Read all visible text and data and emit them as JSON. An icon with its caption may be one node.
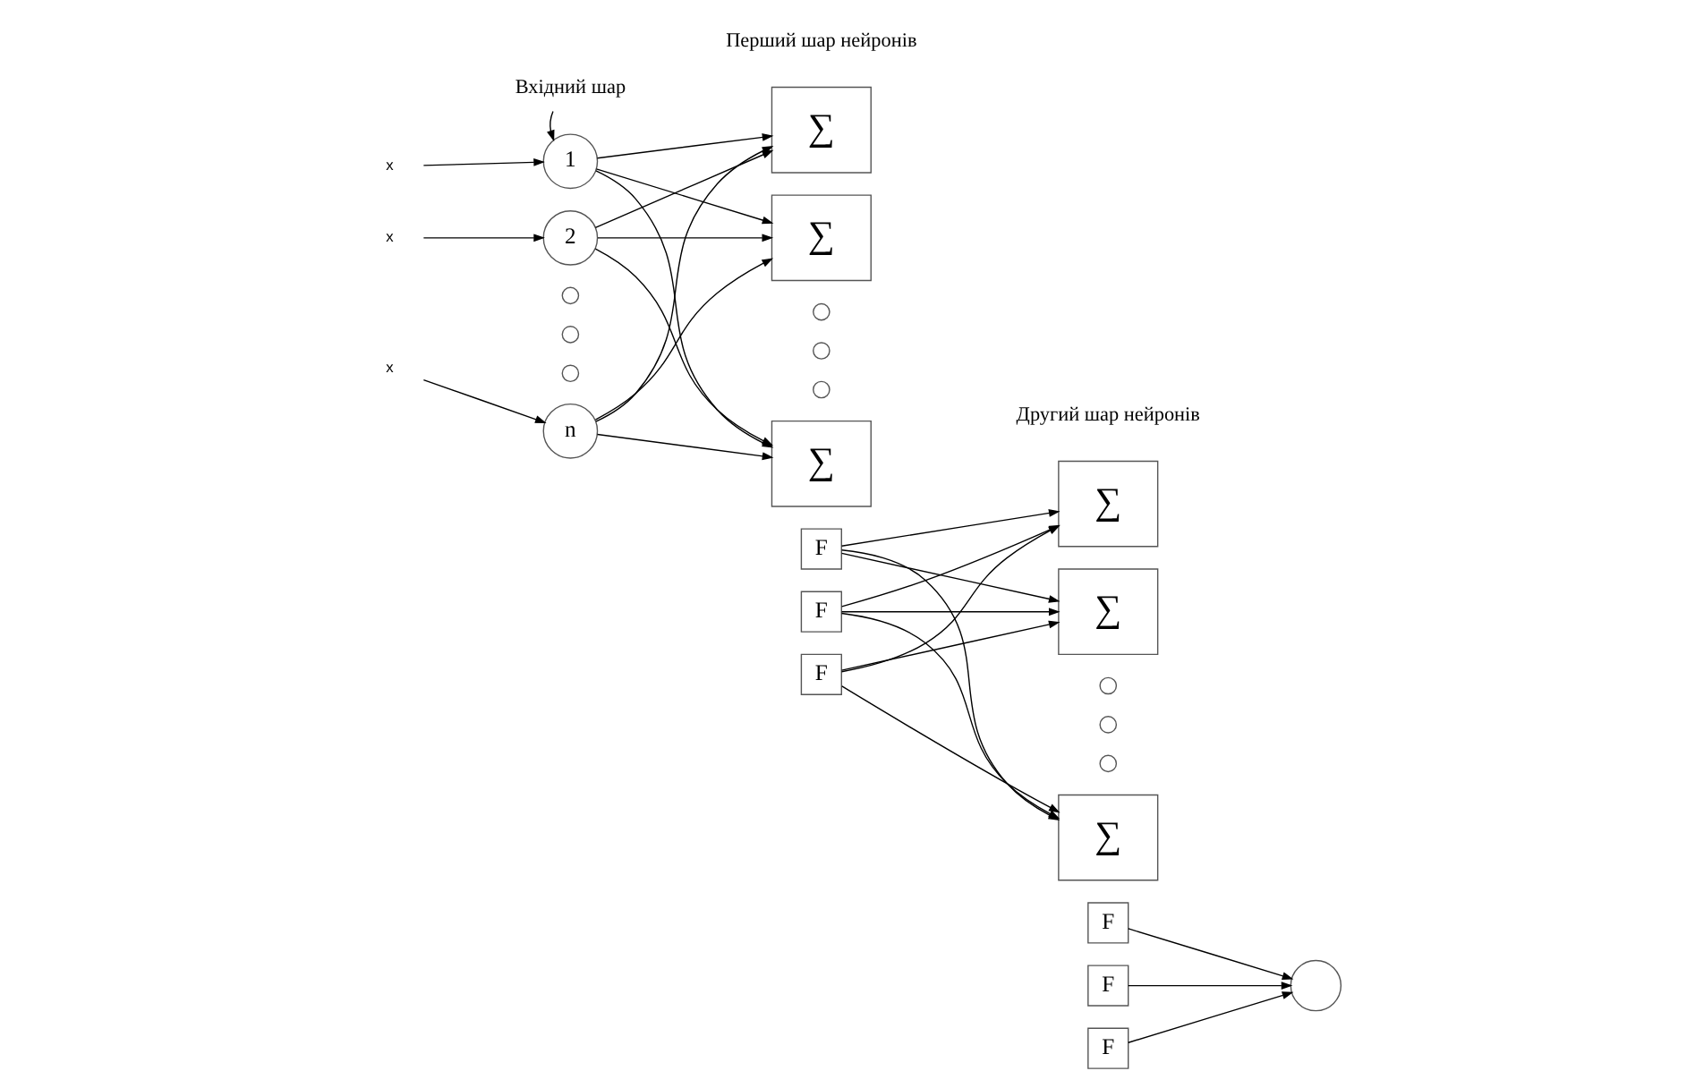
{
  "diagram": {
    "nodes": [
      {
        "text": [
          "Вхідний шар"
        ]
      },
      {
        "text": [
          "x"
        ]
      },
      {
        "text": [
          "x"
        ]
      },
      {
        "text": [
          "x"
        ]
      },
      {
        "text": [
          "1"
        ]
      },
      {
        "text": [
          "2"
        ]
      },
      {
        "text": [
          "n"
        ]
      },
      {
        "text": [],
        "shape": "circle"
      },
      {
        "text": [],
        "shape": "circle"
      },
      {
        "text": [],
        "shape": "circle"
      },
      {
        "text": [
          "∑"
        ]
      },
      {
        "text": [
          "F"
        ]
      },
      {
        "text": [
          "∑"
        ]
      },
      {
        "text": [
          "F"
        ]
      },
      {
        "text": [
          "∑"
        ]
      },
      {
        "text": [
          "F"
        ]
      },
      {
        "text": [],
        "shape": "circle"
      },
      {
        "text": [],
        "shape": "circle"
      },
      {
        "text": [],
        "shape": "circle"
      },
      {
        "text": [
          "∑"
        ]
      },
      {
        "text": [
          "F"
        ]
      },
      {
        "text": [
          "∑"
        ]
      },
      {
        "text": [
          "F"
        ]
      },
      {
        "text": [
          "∑"
        ]
      },
      {
        "text": [
          "F"
        ]
      },
      {
        "text": [],
        "shape": "circle"
      },
      {
        "text": [],
        "shape": "circle"
      },
      {
        "text": [],
        "shape": "circle"
      },
      {
        "text": [],
        "shape": "circle"
      }
    ],
    "edges": [
      {
        "from": 0,
        "to": 4,
        "arrow": "to"
      },
      {
        "from": 1,
        "to": 4,
        "arrow": "to"
      },
      {
        "from": 2,
        "to": 5,
        "arrow": "to"
      },
      {
        "from": 3,
        "to": 6,
        "arrow": "to"
      },
      {
        "from": 4,
        "to": 10,
        "arrow": "to"
      },
      {
        "from": 4,
        "to": 12,
        "arrow": "to"
      },
      {
        "from": 4,
        "to": 14,
        "arrow": "to"
      },
      {
        "from": 5,
        "to": 10,
        "arrow": "to"
      },
      {
        "from": 5,
        "to": 12,
        "arrow": "to"
      },
      {
        "from": 5,
        "to": 14,
        "arrow": "to"
      },
      {
        "from": 6,
        "to": 10,
        "arrow": "to"
      },
      {
        "from": 6,
        "to": 12,
        "arrow": "to"
      },
      {
        "from": 6,
        "to": 14,
        "arrow": "to"
      },
      {
        "from": 11,
        "to": 19,
        "arrow": "to"
      },
      {
        "from": 11,
        "to": 21,
        "arrow": "to"
      },
      {
        "from": 11,
        "to": 23,
        "arrow": "to"
      },
      {
        "from": 13,
        "to": 19,
        "arrow": "to"
      },
      {
        "from": 13,
        "to": 21,
        "arrow": "to"
      },
      {
        "from": 13,
        "to": 23,
        "arrow": "to"
      },
      {
        "from": 15,
        "to": 19,
        "arrow": "to"
      },
      {
        "from": 15,
        "to": 21,
        "arrow": "to"
      },
      {
        "from": 15,
        "to": 23,
        "arrow": "to"
      },
      {
        "from": 20,
        "to": 28,
        "arrow": "to"
      },
      {
        "from": 22,
        "to": 28,
        "arrow": "to"
      },
      {
        "from": 24,
        "to": 28,
        "arrow": "to"
      }
    ],
    "labels": [
      "Перший шар нейронів",
      "Другий шар нейронів"
    ]
  }
}
